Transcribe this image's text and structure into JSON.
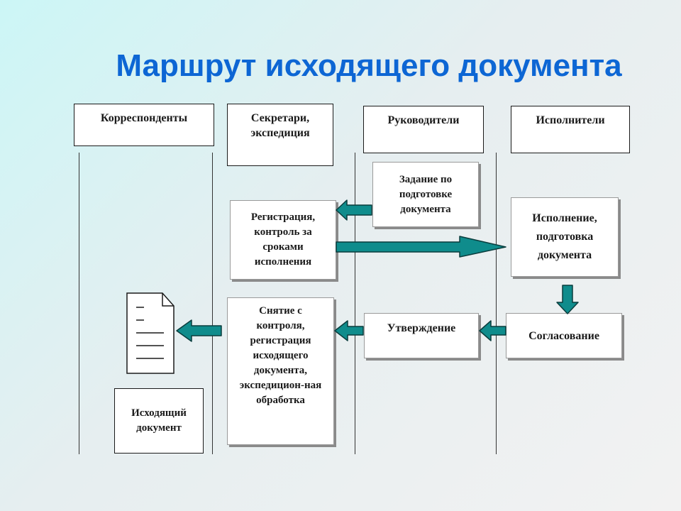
{
  "title": "Маршрут исходящего документа",
  "lanes": {
    "correspondents": "Корреспонденты",
    "secretaries": "Секретари, экспедиция",
    "managers": "Руководители",
    "executors": "Исполнители"
  },
  "nodes": {
    "task": "Задание по подготовке документа",
    "registration": "Регистрация, контроль за сроками исполнения",
    "execution": "Исполнение, подготовка документа",
    "approval_agreement": "Согласование",
    "approval_sign": "Утверждение",
    "removal": "Снятие с контроля, регистрация исходящего документа, экспедицион-ная обработка",
    "outgoing_doc": "Исходящий документ"
  },
  "colors": {
    "title": "#0d66d4",
    "arrow_fill": "#0f8c8c",
    "arrow_stroke": "#0a3d3d"
  },
  "icons": {
    "document": "document-icon"
  }
}
